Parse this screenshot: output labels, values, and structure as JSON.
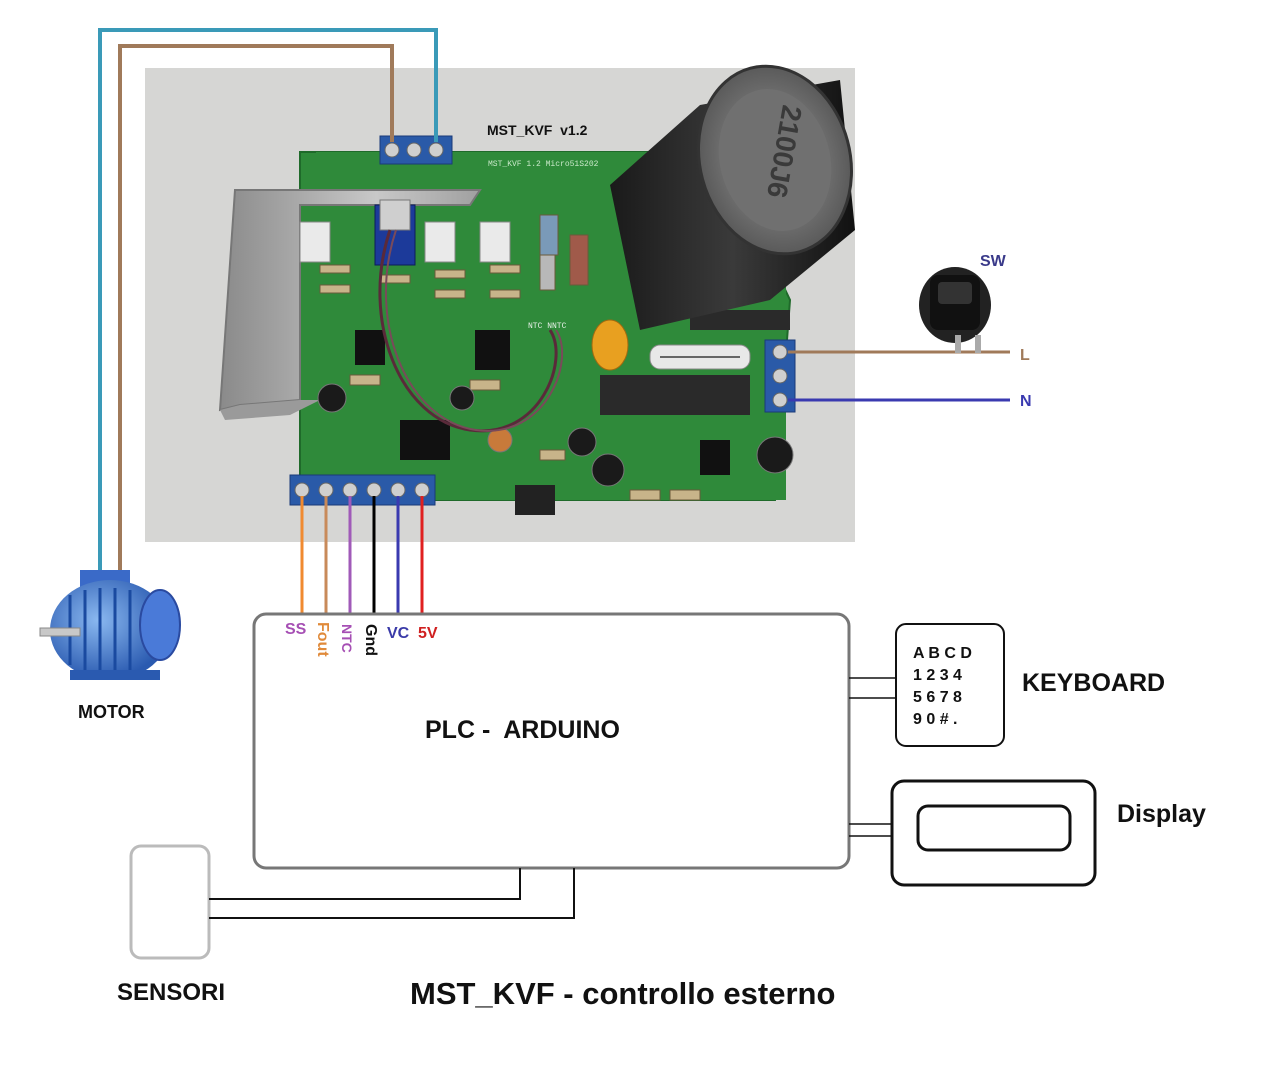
{
  "board": {
    "version_label": "MST_KVF  v1.2",
    "silk_text": "MST_KVF 1.2  Micro51S202",
    "capacitor_marking": "2100J6",
    "ntc_silk": "NTC NNTC"
  },
  "motor": {
    "label": "MOTOR"
  },
  "switch": {
    "label": "SW"
  },
  "power": {
    "line_label": "L",
    "neutral_label": "N"
  },
  "control_pins": [
    {
      "label": "SS",
      "color": "#a64fb4"
    },
    {
      "label": "Fout",
      "color": "#e08a3a"
    },
    {
      "label": "NTC",
      "color": "#a64fb4"
    },
    {
      "label": "Gnd",
      "color": "#111111"
    },
    {
      "label": "VC",
      "color": "#3a3aa8"
    },
    {
      "label": "5V",
      "color": "#d02020"
    }
  ],
  "plc": {
    "label": "PLC -  ARDUINO"
  },
  "keyboard": {
    "label": "KEYBOARD",
    "rows": [
      "A B C D",
      "1 2 3 4",
      "5 6 7 8",
      "9 0 # ."
    ]
  },
  "display": {
    "label": "Display"
  },
  "sensors": {
    "label": "SENSORI"
  },
  "diagram_title": "MST_KVF - controllo esterno",
  "colors": {
    "wire_motor_blue": "#3a9ab8",
    "wire_motor_brown": "#a07a5a",
    "wire_orange": "#f08a30",
    "wire_tan": "#c88a5a",
    "wire_purple": "#a05ab8",
    "wire_black": "#000000",
    "wire_blue": "#3a3ab0",
    "wire_red": "#e02020",
    "pcb_green": "#2f8a3a",
    "terminal_blue": "#2a5aa8"
  }
}
